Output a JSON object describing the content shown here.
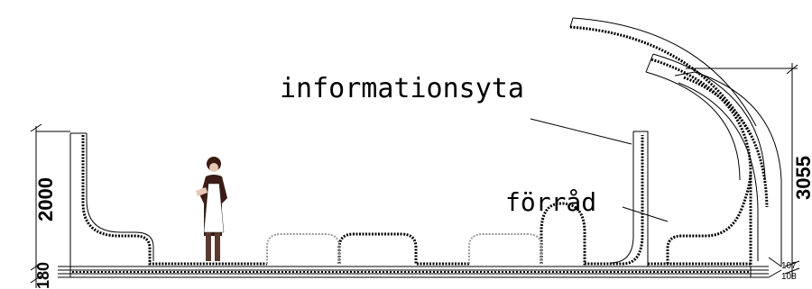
{
  "labels": {
    "info": "informationsyta",
    "storage": "förråd"
  },
  "dimensions": {
    "height_left": "2000",
    "base_left": "180",
    "height_right": "3055",
    "small_top": "107",
    "small_bottom": "108"
  },
  "colors": {
    "line": "#000000",
    "faint": "#9a9a9a"
  }
}
